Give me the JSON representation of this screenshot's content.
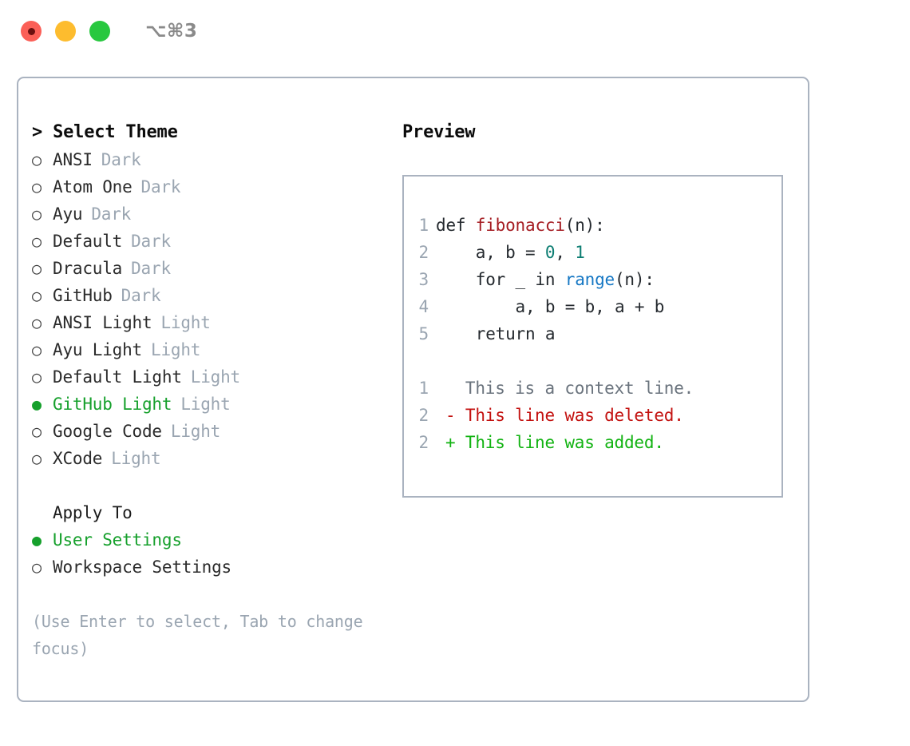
{
  "window": {
    "shortcut": "⌥⌘3",
    "traffic_lights": [
      {
        "name": "close-button",
        "color": "#fb5f57",
        "recording": true
      },
      {
        "name": "minimize-button",
        "color": "#fdbc2e",
        "recording": false
      },
      {
        "name": "maximize-button",
        "color": "#28c83f",
        "recording": false
      }
    ]
  },
  "colors": {
    "accent_green": "#16a02c",
    "muted": "#9aa5b1",
    "border": "#aab3c0",
    "text": "#2b2b2b",
    "diff_add": "#12b312",
    "diff_del": "#c3110f",
    "token_function": "#a51c22",
    "token_number": "#0c7d72",
    "token_call": "#1577c4"
  },
  "theme_picker": {
    "title": "> Select Theme",
    "bullet_unselected": "○",
    "bullet_selected": "●",
    "options": [
      {
        "label": "ANSI",
        "tag": "Dark",
        "selected": false
      },
      {
        "label": "Atom One",
        "tag": "Dark",
        "selected": false
      },
      {
        "label": "Ayu",
        "tag": "Dark",
        "selected": false
      },
      {
        "label": "Default",
        "tag": "Dark",
        "selected": false
      },
      {
        "label": "Dracula",
        "tag": "Dark",
        "selected": false
      },
      {
        "label": "GitHub",
        "tag": "Dark",
        "selected": false
      },
      {
        "label": "ANSI Light",
        "tag": "Light",
        "selected": false
      },
      {
        "label": "Ayu Light",
        "tag": "Light",
        "selected": false
      },
      {
        "label": "Default Light",
        "tag": "Light",
        "selected": false
      },
      {
        "label": "GitHub Light",
        "tag": "Light",
        "selected": true
      },
      {
        "label": "Google Code",
        "tag": "Light",
        "selected": false
      },
      {
        "label": "XCode",
        "tag": "Light",
        "selected": false
      }
    ]
  },
  "apply_to": {
    "title": "Apply To",
    "options": [
      {
        "label": "User Settings",
        "selected": true
      },
      {
        "label": "Workspace Settings",
        "selected": false
      }
    ]
  },
  "hint": "(Use Enter to select, Tab to change focus)",
  "preview": {
    "title": "Preview",
    "code_lines": [
      {
        "num": "1",
        "segments": [
          {
            "text": "def ",
            "kind": "plain"
          },
          {
            "text": "fibonacci",
            "kind": "fn"
          },
          {
            "text": "(n):",
            "kind": "plain"
          }
        ]
      },
      {
        "num": "2",
        "segments": [
          {
            "text": "    a, b = ",
            "kind": "plain"
          },
          {
            "text": "0",
            "kind": "num"
          },
          {
            "text": ", ",
            "kind": "plain"
          },
          {
            "text": "1",
            "kind": "num"
          }
        ]
      },
      {
        "num": "3",
        "segments": [
          {
            "text": "    for _ in ",
            "kind": "plain"
          },
          {
            "text": "range",
            "kind": "call"
          },
          {
            "text": "(n):",
            "kind": "plain"
          }
        ]
      },
      {
        "num": "4",
        "segments": [
          {
            "text": "        a, b = b, a + b",
            "kind": "plain"
          }
        ]
      },
      {
        "num": "5",
        "segments": [
          {
            "text": "    return a",
            "kind": "plain"
          }
        ]
      }
    ],
    "diff_lines": [
      {
        "num": "1",
        "marker": " ",
        "text": " This is a context line.",
        "kind": "ctx"
      },
      {
        "num": "2",
        "marker": "-",
        "text": " This line was deleted.",
        "kind": "del"
      },
      {
        "num": "2",
        "marker": "+",
        "text": " This line was added.",
        "kind": "add"
      }
    ]
  }
}
